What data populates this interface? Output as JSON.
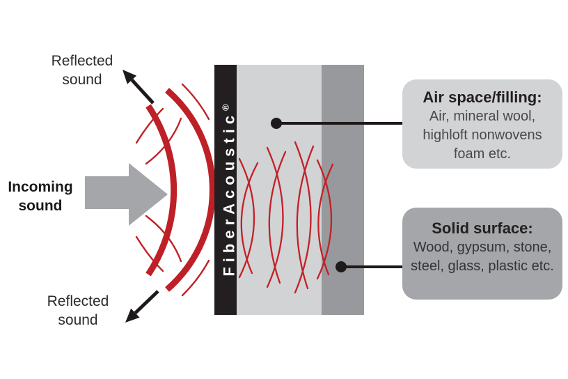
{
  "labels": {
    "reflected_top": "Reflected\nsound",
    "reflected_bottom": "Reflected\nsound",
    "incoming": "Incoming\nsound"
  },
  "panel": {
    "brand": "FiberAcoustic",
    "registered": "®"
  },
  "callouts": {
    "air": {
      "title": "Air space/filling:",
      "body": "Air, mineral wool,\nhighloft nonwovens\nfoam etc."
    },
    "solid": {
      "title": "Solid surface:",
      "body": "Wood, gypsum, stone,\nsteel, glass, plastic etc."
    }
  },
  "colors": {
    "wave_red": "#c22127",
    "panel_black": "#231f20",
    "air_layer_gray": "#d2d3d5",
    "solid_layer_gray": "#97999c",
    "arrow_gray": "#a4a6a9",
    "callout_air_bg": "#d2d3d5",
    "callout_solid_bg": "#a4a6a9"
  }
}
